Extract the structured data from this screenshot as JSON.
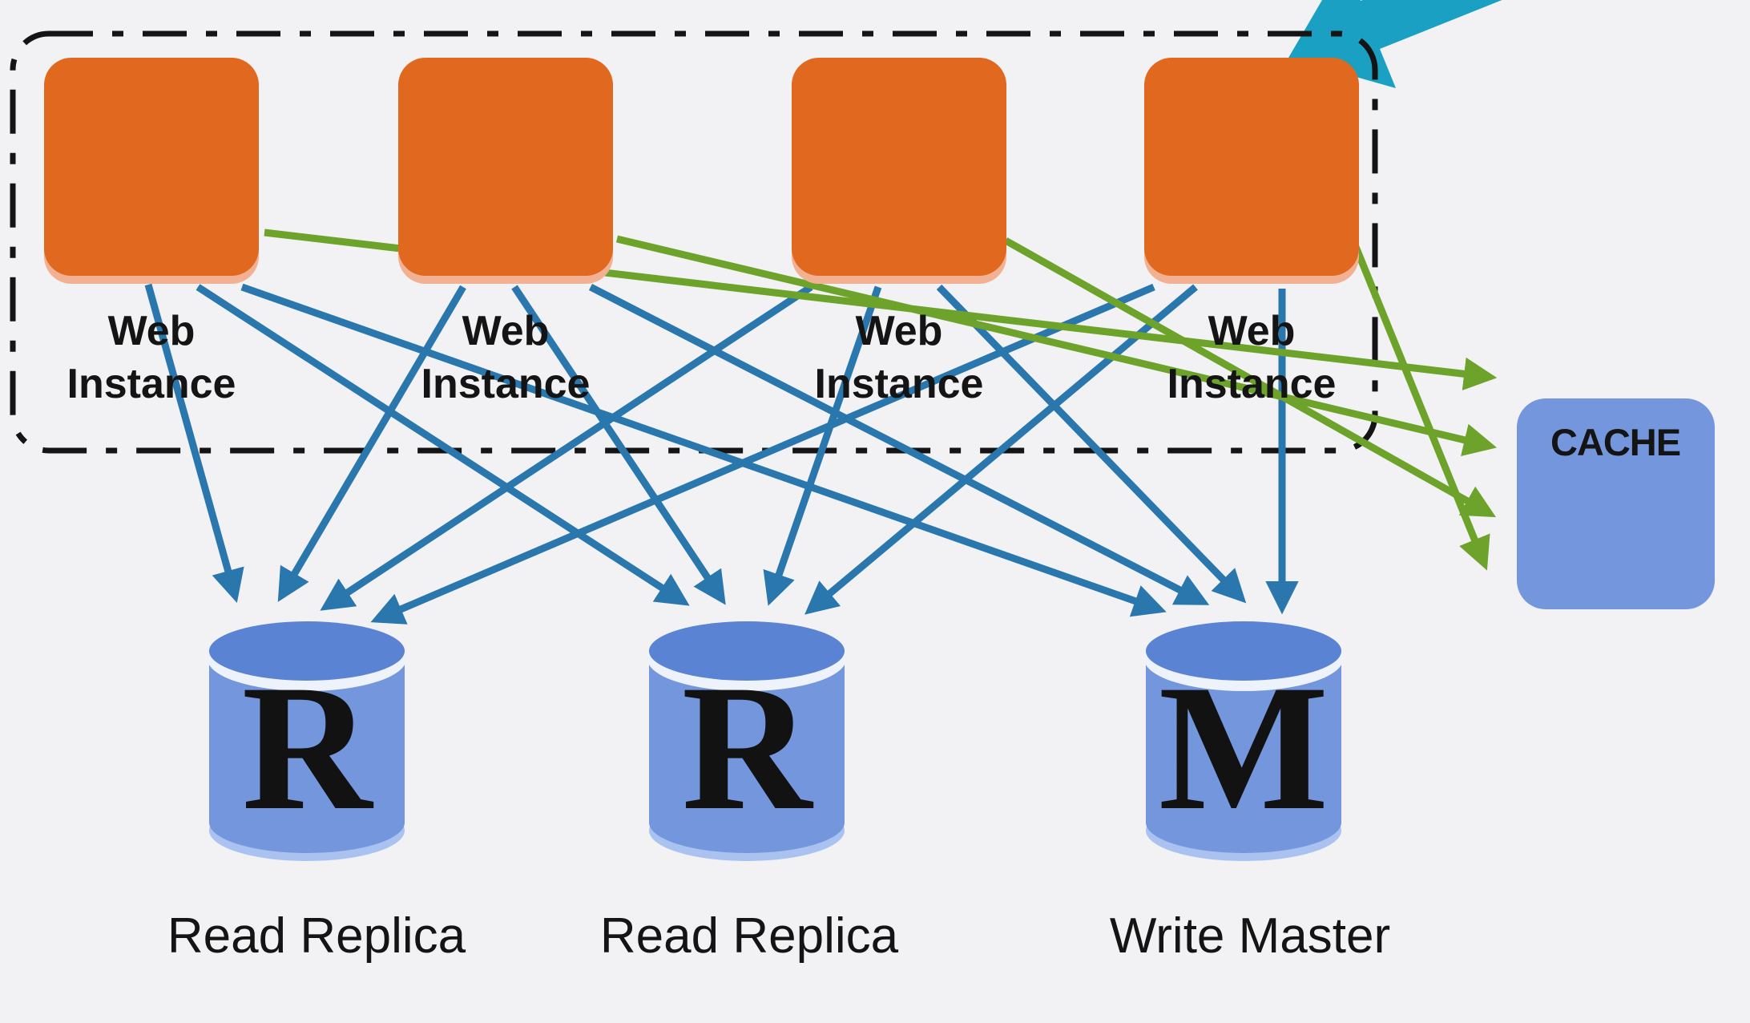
{
  "diagram": {
    "colors": {
      "background": "#f2f2f5",
      "web_instance_box": "#e0691f",
      "read_arrow": "#2a77ae",
      "cache_arrow": "#6da32b",
      "database_body": "#7496dc",
      "database_top": "#5b83d3",
      "cache_box": "#7496dc",
      "incoming_arrow": "#1aa0c2",
      "outline": "#141414",
      "text": "#141414"
    },
    "web_instances": [
      {
        "line1": "Web",
        "line2": "Instance"
      },
      {
        "line1": "Web",
        "line2": "Instance"
      },
      {
        "line1": "Web",
        "line2": "Instance"
      },
      {
        "line1": "Web",
        "line2": "Instance"
      }
    ],
    "cache": {
      "label": "CACHE"
    },
    "databases": [
      {
        "letter": "R",
        "caption": "Read Replica"
      },
      {
        "letter": "R",
        "caption": "Read Replica"
      },
      {
        "letter": "M",
        "caption": "Write Master"
      }
    ]
  }
}
